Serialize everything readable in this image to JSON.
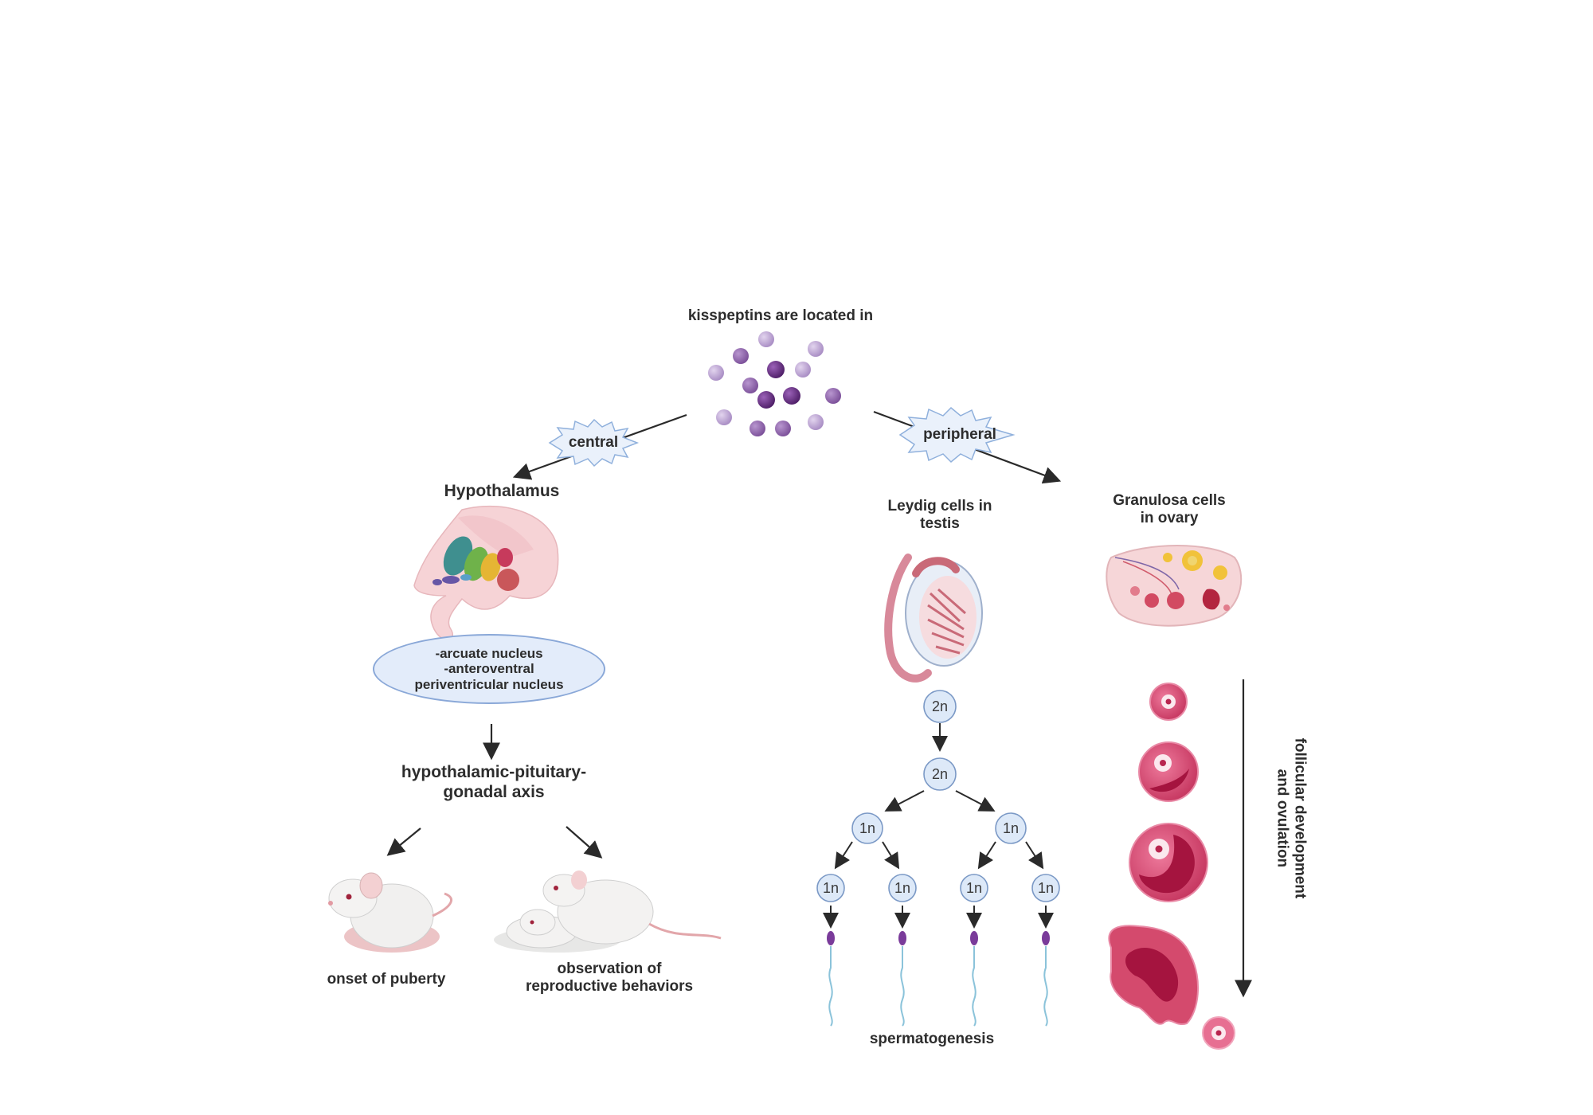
{
  "title": "kisspeptins are located in",
  "central": "central",
  "peripheral": "peripheral",
  "hypothalamus": "Hypothalamus",
  "nuclei": [
    "-arcuate nucleus",
    "-anteroventral",
    "periventricular nucleus"
  ],
  "hpg_axis": [
    "hypothalamic-pituitary-",
    "gonadal axis"
  ],
  "onset_of_puberty": "onset of puberty",
  "observation": [
    "observation of",
    "reproductive behaviors"
  ],
  "leydig": [
    "Leydig cells in",
    "testis"
  ],
  "granulosa": [
    "Granulosa cells",
    "in ovary"
  ],
  "spermatogenesis": "spermatogenesis",
  "follicular": [
    "follicular development",
    "and ovulation"
  ],
  "cells": {
    "diploid": "2n",
    "haploid": "1n"
  },
  "colors": {
    "dark_purple": "#6a2f86",
    "light_purple": "#b9a3d1",
    "cell_blue": "#dde9f8",
    "follicle_pink": "#d0416b"
  }
}
